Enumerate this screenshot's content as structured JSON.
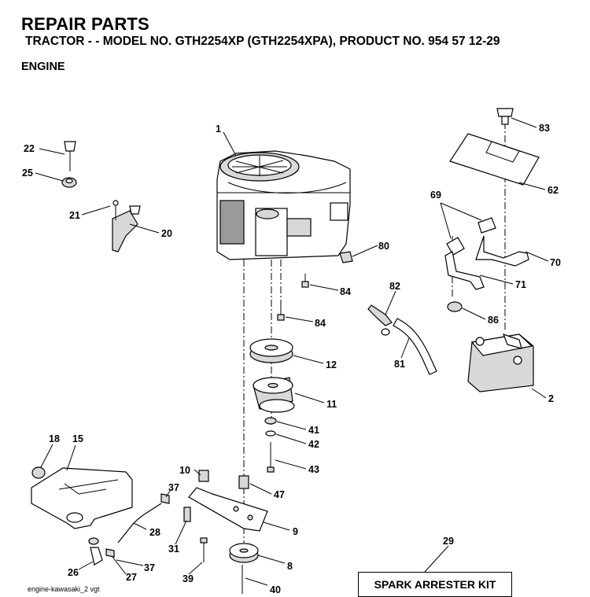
{
  "header": {
    "title": "REPAIR PARTS",
    "subtitle": "TRACTOR - - MODEL NO. GTH2254XP (GTH2254XPA), PRODUCT NO. 954 57 12-29",
    "section": "ENGINE"
  },
  "callouts": {
    "c1": "1",
    "c22": "22",
    "c25": "25",
    "c21": "21",
    "c20": "20",
    "c83": "83",
    "c62": "62",
    "c69": "69",
    "c70": "70",
    "c71": "71",
    "c80": "80",
    "c84a": "84",
    "c84b": "84",
    "c82": "82",
    "c81": "81",
    "c86": "86",
    "c12": "12",
    "c11": "11",
    "c2": "2",
    "c41": "41",
    "c42": "42",
    "c43": "43",
    "c18": "18",
    "c15": "15",
    "c10": "10",
    "c47": "47",
    "c37a": "37",
    "c9": "9",
    "c28": "28",
    "c31": "31",
    "c29": "29",
    "c26": "26",
    "c27": "27",
    "c37b": "37",
    "c39": "39",
    "c8": "8",
    "c40": "40"
  },
  "kit_label": "SPARK ARRESTER KIT",
  "footer": "engine-kawasaki_2 vgt"
}
